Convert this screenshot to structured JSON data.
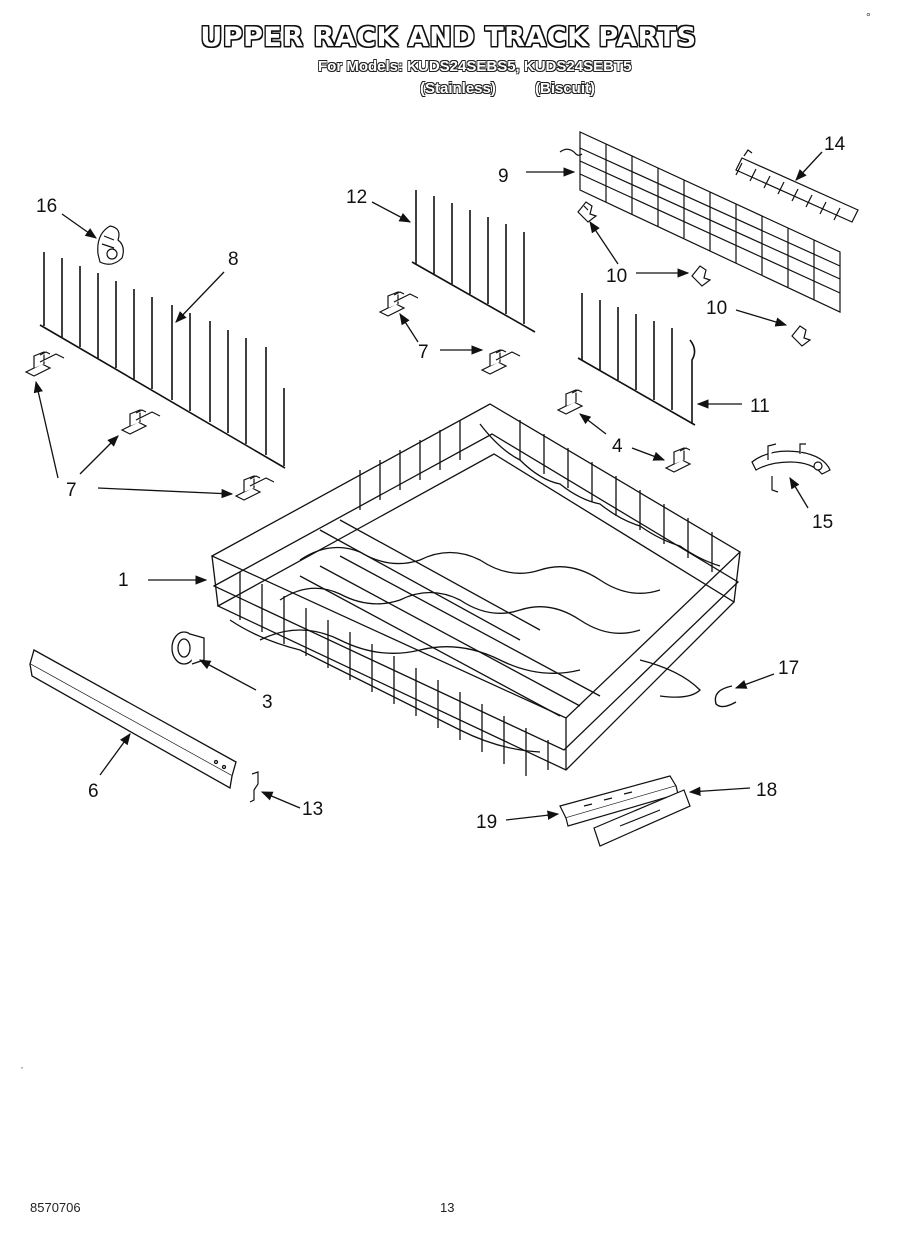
{
  "header": {
    "title": "UPPER RACK AND TRACK PARTS",
    "subtitle": "For Models: KUDS24SEBS5, KUDS24SEBT5",
    "variant_a": "(Stainless)",
    "variant_b": "(Biscuit)"
  },
  "corner_mark": "°",
  "small_mark": "·",
  "footer": {
    "doc_number": "8570706",
    "page_number": "13"
  },
  "callouts": {
    "c1": "1",
    "c3": "3",
    "c4": "4",
    "c6": "6",
    "c7a": "7",
    "c7b": "7",
    "c8": "8",
    "c9": "9",
    "c10a": "10",
    "c10b": "10",
    "c11": "11",
    "c12": "12",
    "c13": "13",
    "c14": "14",
    "c15": "15",
    "c16": "16",
    "c17": "17",
    "c18": "18",
    "c19": "19"
  }
}
